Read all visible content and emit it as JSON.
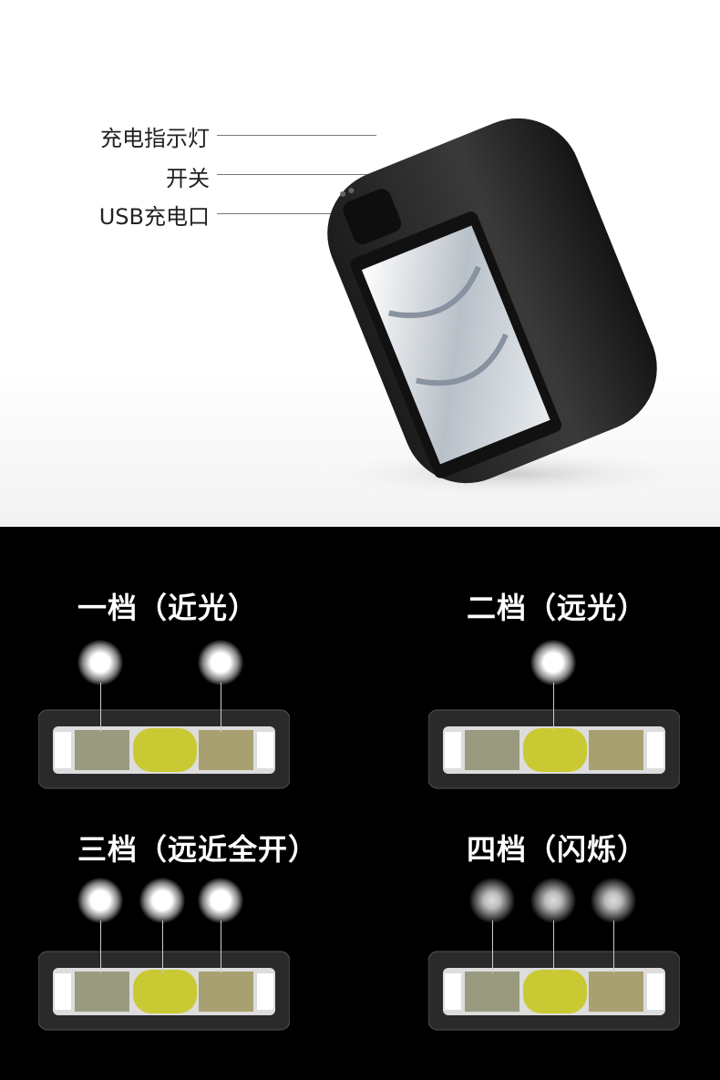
{
  "top": {
    "labels": [
      "充电指示灯",
      "开关",
      "USB充电口"
    ]
  },
  "modes": [
    {
      "title": "一档（近光）",
      "beams": 2,
      "blinking": false
    },
    {
      "title": "二档（远光）",
      "beams": 1,
      "blinking": false
    },
    {
      "title": "三档（远近全开）",
      "beams": 3,
      "blinking": false
    },
    {
      "title": "四档（闪烁）",
      "beams": 3,
      "blinking": true
    }
  ],
  "colors": {
    "lens_yellow": "#c9c934",
    "body": "#2a2a2a"
  }
}
